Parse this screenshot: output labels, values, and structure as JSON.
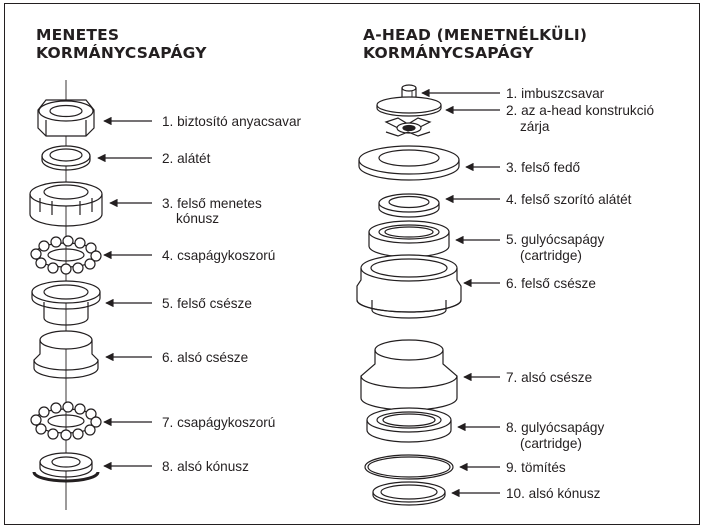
{
  "left_panel": {
    "title_line1": "MENETES",
    "title_line2": "KORMÁNYCSAPÁGY",
    "labels": [
      {
        "line1": "1. biztosító anyacsavar",
        "line2": ""
      },
      {
        "line1": "2. alátét",
        "line2": ""
      },
      {
        "line1": "3. felső menetes",
        "line2": "kónusz"
      },
      {
        "line1": "4. csapágykoszorú",
        "line2": ""
      },
      {
        "line1": "5. felső csésze",
        "line2": ""
      },
      {
        "line1": "6. alsó csésze",
        "line2": ""
      },
      {
        "line1": "7. csapágykoszorú",
        "line2": ""
      },
      {
        "line1": "8. alsó kónusz",
        "line2": ""
      }
    ]
  },
  "right_panel": {
    "title_line1": "A-HEAD (MENETNÉLKÜLI)",
    "title_line2": "KORMÁNYCSAPÁGY",
    "labels": [
      {
        "line1": "1. imbuszcsavar",
        "line2": ""
      },
      {
        "line1": "2. az a-head konstrukció",
        "line2": "zárja"
      },
      {
        "line1": "3. felső fedő",
        "line2": ""
      },
      {
        "line1": "4. felső szorító alátét",
        "line2": ""
      },
      {
        "line1": "5. gulyócsapágy",
        "line2": "(cartridge)"
      },
      {
        "line1": "6. felső csésze",
        "line2": ""
      },
      {
        "line1": "7. alsó csésze",
        "line2": ""
      },
      {
        "line1": "8. gulyócsapágy",
        "line2": "(cartridge)"
      },
      {
        "line1": "9. tömítés",
        "line2": ""
      },
      {
        "line1": "10. alsó kónusz",
        "line2": ""
      }
    ]
  }
}
